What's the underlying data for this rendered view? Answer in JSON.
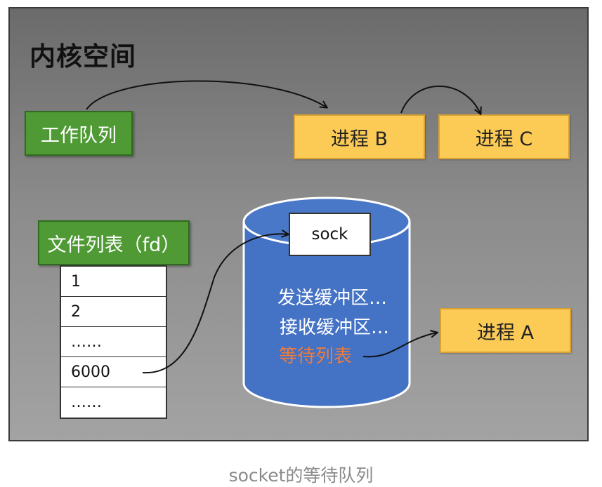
{
  "region_title": "内核空间",
  "work_queue_label": "工作队列",
  "processes": {
    "b": "进程 B",
    "c": "进程 C",
    "a": "进程 A"
  },
  "fd_table": {
    "title": "文件列表（fd）",
    "rows": [
      "1",
      "2",
      "……",
      "6000",
      "……"
    ]
  },
  "socket": {
    "label": "sock",
    "send_buffer": "发送缓冲区…",
    "recv_buffer": "接收缓冲区…",
    "wait_list": "等待列表"
  },
  "caption": "socket的等待队列",
  "colors": {
    "queue_green": "#4f9a35",
    "process_yellow": "#fccb56",
    "cylinder_blue": "#4472c4",
    "wait_list_orange": "#f07b3a"
  }
}
